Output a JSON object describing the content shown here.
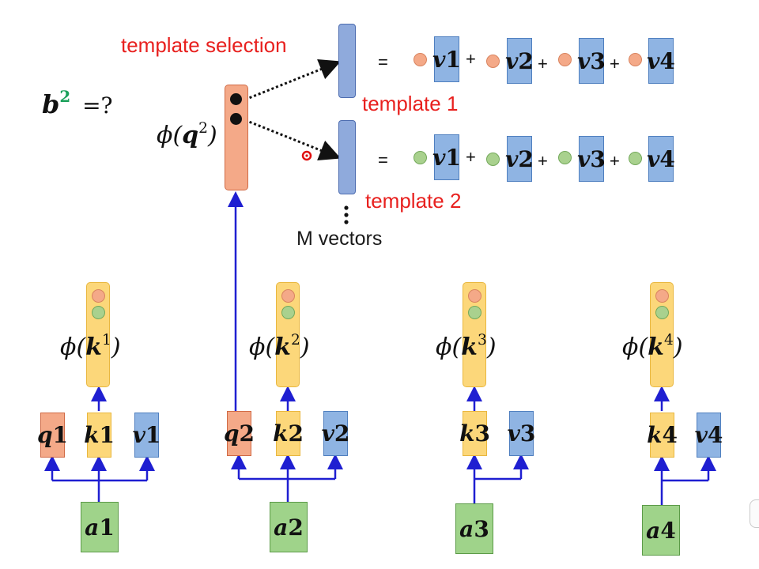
{
  "labels": {
    "template_selection": "template selection",
    "template_1": "template 1",
    "template_2": "template 2",
    "m_vectors": "M vectors",
    "equals": "=",
    "plus": "+",
    "question": "=?"
  },
  "symbols": {
    "b": "b",
    "q": "q",
    "k": "k",
    "v": "v",
    "a": "a",
    "phi": "ϕ",
    "sup": [
      "1",
      "2",
      "3",
      "4"
    ]
  },
  "colors": {
    "query": "#f4a988",
    "key": "#fcd77a",
    "value": "#8fb4e3",
    "input": "#9fd38a",
    "template": "#8faadc",
    "weight_orange": "#f4a988",
    "weight_green": "#a9d18e",
    "label_red": "#e8201e",
    "arrow_blue": "#1f1fd1",
    "b_superscript": "#1aa05a"
  },
  "cursor": "red-ring-cursor"
}
